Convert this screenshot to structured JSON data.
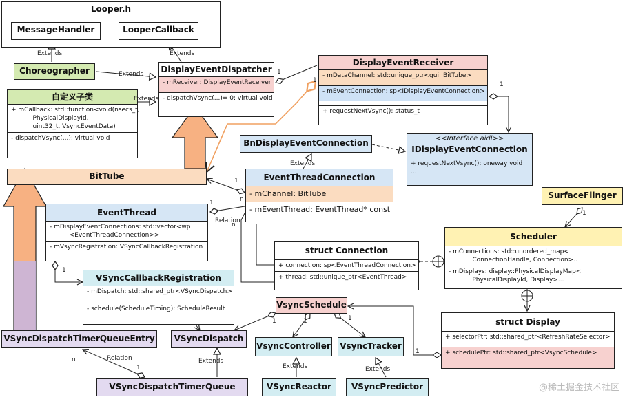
{
  "looper_h": {
    "title": "Looper.h"
  },
  "message_handler": {
    "title": "MessageHandler"
  },
  "looper_callback": {
    "title": "LooperCallback"
  },
  "choreographer": {
    "title": "Choreographer"
  },
  "custom_subclass": {
    "title": "自定义子类",
    "attrs": "+ mCallback: std::function<void(nsecs_t,\n           PhysicalDisplayId,\n           uint32_t, VsyncEventData)",
    "methods": "- dispatchVsync(...): virtual void"
  },
  "display_event_dispatcher": {
    "title": "DisplayEventDispatcher",
    "attr": "- mReceiver: DisplayEventReceiver",
    "method": "- dispatchVsync(...)= 0: virtual void"
  },
  "display_event_receiver": {
    "title": "DisplayEventReceiver",
    "attr1": "- mDataChannel: std::unique_ptr<gui::BitTube>",
    "attr2": "- mEventConnection: sp<IDisplayEventConnection>",
    "method": "+ requestNextVsync(): status_t"
  },
  "bn_display_event_connection": {
    "title": "BnDisplayEventConnection"
  },
  "idisplay_event_connection": {
    "stereotype": "<<Interface aidl>>",
    "title": "IDisplayEventConnection",
    "methods": "+ requestNextVsync(): oneway void\n..."
  },
  "bittube": {
    "title": "BitTube"
  },
  "event_thread_connection": {
    "title": "EventThreadConnection",
    "attr1": "- mChannel: BitTube",
    "attr2": "- mEventThread: EventThread* const"
  },
  "event_thread": {
    "title": "EventThread",
    "attr1": "- mDisplayEventConnections: std::vector<wp\n          <EventThreadConnection>>",
    "attr2": "- mVsyncRegistration: VSyncCallbackRegistration"
  },
  "vsync_callback_registration": {
    "title": "VSyncCallbackRegistration",
    "attr": "- mDispatch: std::shared_ptr<VSyncDispatch>",
    "method": "- schedule(ScheduleTiming): ScheduleResult"
  },
  "struct_connection": {
    "title": "struct Connection",
    "attr1": "+ connection: sp<EventThreadConnection>",
    "attr2": "+ thread: std::unique_ptr<EventThread>"
  },
  "surface_flinger": {
    "title": "SurfaceFlinger"
  },
  "scheduler": {
    "title": "Scheduler",
    "attr1": "- mConnections: std::unordered_map<\n            ConnectionHandle, Connection>..",
    "attr2": "- mDisplays: display::PhysicalDisplayMap<\n            PhysicalDisplayId, Display>..."
  },
  "struct_display": {
    "title": "struct Display",
    "attr1": "+ selectorPtr: std::shared_ptr<RefreshRateSelector>",
    "attr2": "+ schedulePtr: std::shared_ptr<VsyncSchedule>"
  },
  "vsync_schedule": {
    "title": "VsyncSchedule"
  },
  "vsync_controller": {
    "title": "VsyncController"
  },
  "vsync_tracker": {
    "title": "VsyncTracker"
  },
  "vsync_reactor": {
    "title": "VSyncReactor"
  },
  "vsync_predictor": {
    "title": "VSyncPredictor"
  },
  "vsync_dispatch": {
    "title": "VSyncDispatch"
  },
  "vsync_dispatch_timer_queue_entry": {
    "title": "VSyncDispatchTimerQueueEntry"
  },
  "vsync_dispatch_timer_queue": {
    "title": "VSyncDispatchTimerQueue"
  },
  "labels": {
    "extends": "Extends",
    "relation": "Relation",
    "one": "1",
    "n": "n"
  },
  "watermark": "@稀土掘金技术社区"
}
